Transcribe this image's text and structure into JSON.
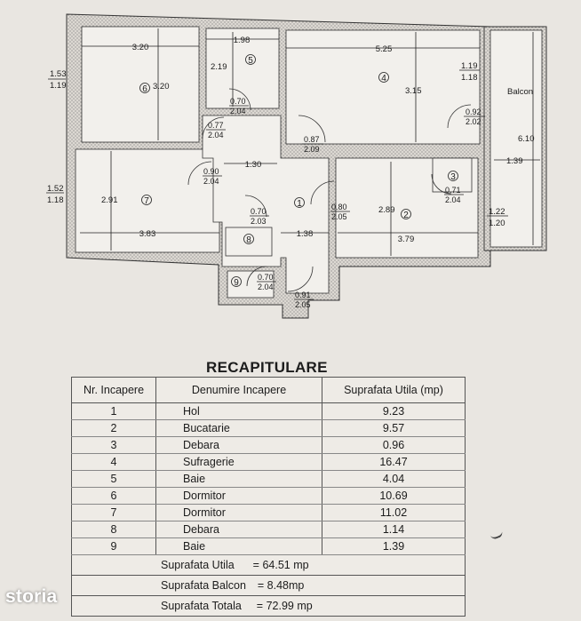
{
  "plan": {
    "rooms": [
      {
        "id": "1",
        "number": "1",
        "dims": [
          "1.30",
          "1.38"
        ]
      },
      {
        "id": "2",
        "number": "2",
        "dims": [
          "2.89",
          "3.79"
        ]
      },
      {
        "id": "3",
        "number": "3",
        "dims": []
      },
      {
        "id": "4",
        "number": "4",
        "dims": [
          "5.25",
          "3.15"
        ]
      },
      {
        "id": "5",
        "number": "5",
        "dims": [
          "1.98",
          "2.19"
        ]
      },
      {
        "id": "6",
        "number": "6",
        "dims": [
          "3.20",
          "3.20"
        ]
      },
      {
        "id": "7",
        "number": "7",
        "dims": [
          "2.91",
          "3.83"
        ]
      },
      {
        "id": "8",
        "number": "8",
        "dims": []
      },
      {
        "id": "9",
        "number": "9",
        "dims": []
      }
    ],
    "balcony_label": "Balcon",
    "balcony_dims": [
      "6.10",
      "1.39"
    ],
    "windows": [
      {
        "top": "1.53",
        "bottom": "1.19"
      },
      {
        "top": "1.52",
        "bottom": "1.18"
      },
      {
        "top": "1.19",
        "bottom": "1.18"
      },
      {
        "top": "1.22",
        "bottom": "1.20"
      }
    ],
    "doors": [
      {
        "top": "0.70",
        "bottom": "2.04"
      },
      {
        "top": "0.77",
        "bottom": "2.04"
      },
      {
        "top": "0.87",
        "bottom": "2.09"
      },
      {
        "top": "0.92",
        "bottom": "2.02"
      },
      {
        "top": "0.90",
        "bottom": "2.04"
      },
      {
        "top": "0.70",
        "bottom": "2.03"
      },
      {
        "top": "0.80",
        "bottom": "2.05"
      },
      {
        "top": "0.71",
        "bottom": "2.04"
      },
      {
        "top": "0.70",
        "bottom": "2.04"
      },
      {
        "top": "0.91",
        "bottom": "2.05"
      }
    ]
  },
  "recap": {
    "title": "RECAPITULARE",
    "headers": [
      "Nr. Incapere",
      "Denumire Incapere",
      "Suprafata Utila (mp)"
    ],
    "rows": [
      {
        "nr": "1",
        "name": "Hol",
        "area": "9.23"
      },
      {
        "nr": "2",
        "name": "Bucatarie",
        "area": "9.57"
      },
      {
        "nr": "3",
        "name": "Debara",
        "area": "0.96"
      },
      {
        "nr": "4",
        "name": "Sufragerie",
        "area": "16.47"
      },
      {
        "nr": "5",
        "name": "Baie",
        "area": "4.04"
      },
      {
        "nr": "6",
        "name": "Dormitor",
        "area": "10.69"
      },
      {
        "nr": "7",
        "name": "Dormitor",
        "area": "11.02"
      },
      {
        "nr": "8",
        "name": "Debara",
        "area": "1.14"
      },
      {
        "nr": "9",
        "name": "Baie",
        "area": "1.39"
      }
    ],
    "summary": [
      {
        "label": "Suprafata Utila",
        "eq": "=",
        "value": "64.51 mp"
      },
      {
        "label": "Suprafata Balcon",
        "eq": "=",
        "value": "8.48mp"
      },
      {
        "label": "Suprafata Totala",
        "eq": "=",
        "value": "72.99 mp"
      }
    ]
  },
  "watermark": "storia"
}
